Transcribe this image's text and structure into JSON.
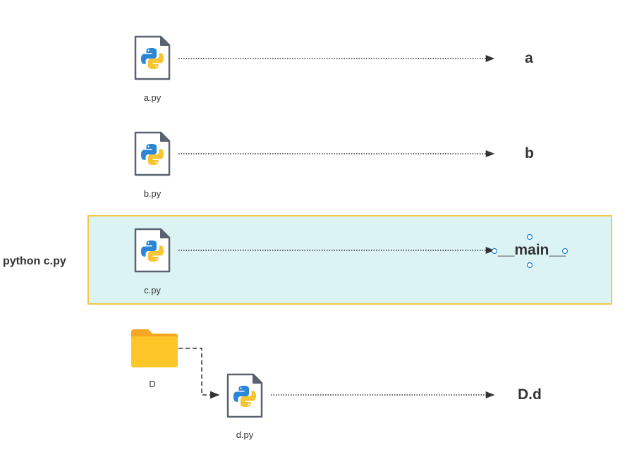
{
  "command": "python c.py",
  "files": [
    {
      "id": "a",
      "filename": "a.py",
      "module": "a",
      "icon": "python-file-icon"
    },
    {
      "id": "b",
      "filename": "b.py",
      "module": "b",
      "icon": "python-file-icon"
    },
    {
      "id": "c",
      "filename": "c.py",
      "module": "__main__",
      "icon": "python-file-icon",
      "highlighted": true
    },
    {
      "id": "d",
      "filename": "d.py",
      "module": "D.d",
      "icon": "python-file-icon"
    }
  ],
  "folder": {
    "name": "D",
    "icon": "folder-icon"
  },
  "colors": {
    "highlight_fill": "#dcf3f3",
    "highlight_border": "#f2c94c",
    "python_blue": "#2c86d6",
    "python_yellow": "#f7c533",
    "folder": "#ffc629",
    "selection_handle": "#1f7fd6"
  }
}
